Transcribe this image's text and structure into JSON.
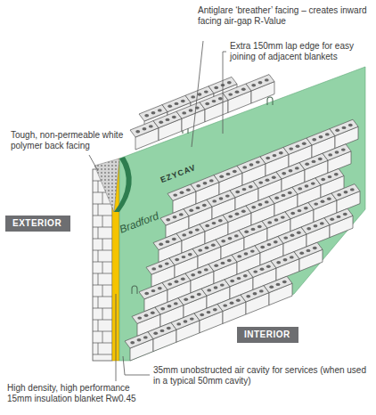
{
  "diagram": {
    "nodes": [
      {
        "text": [
          "EXTERIOR"
        ]
      },
      {
        "text": [
          "INTERIOR"
        ]
      }
    ],
    "labels": [
      "Antiglare ‘breather’ facing – creates inward facing air-gap R-Value",
      "Extra 150mm lap edge for easy joining of adjacent blankets",
      "Tough, non-permeable white polymer back facing",
      "35mm unobstructed air cavity for services (when used in a typical 50mm cavity)",
      "High density, high performance 15mm insulation blanket Rw0.45",
      "Bradford",
      "EZYCAV"
    ]
  }
}
